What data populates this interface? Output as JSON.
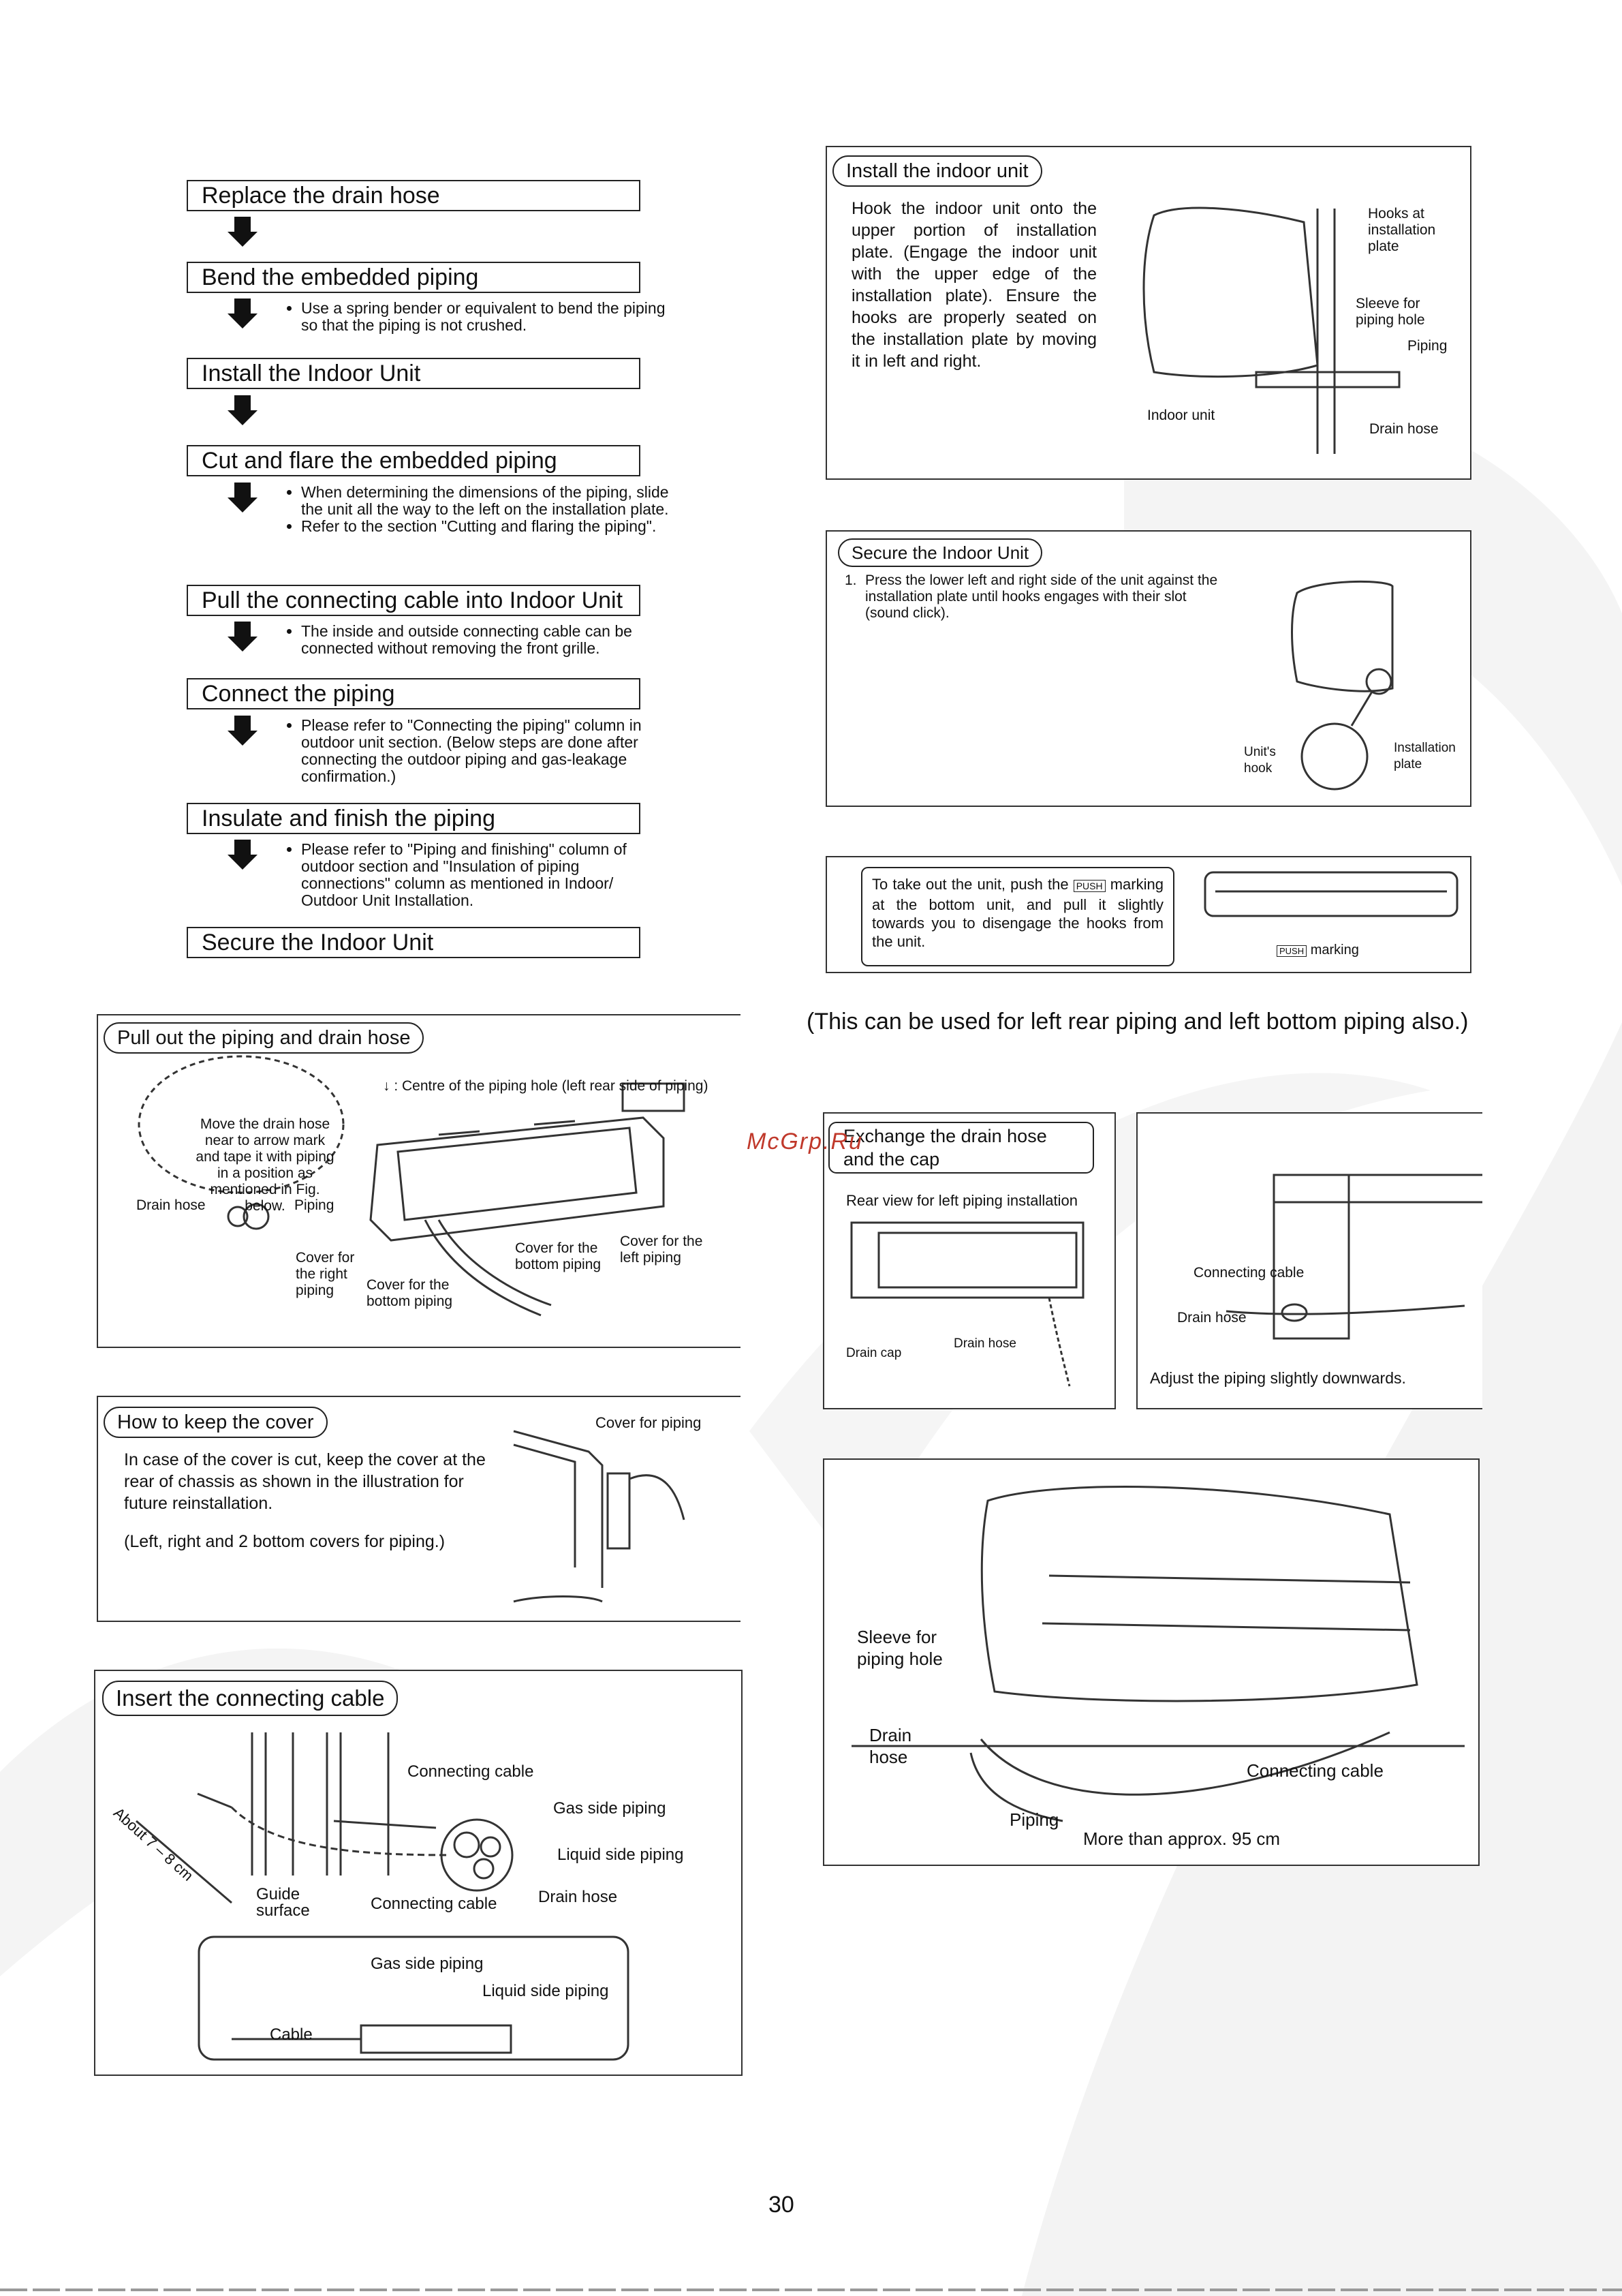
{
  "flow": {
    "steps": [
      "Replace the drain hose",
      "Bend the embedded piping",
      "Install the Indoor Unit",
      "Cut and flare the embedded piping",
      "Pull the connecting cable into Indoor Unit",
      "Connect the piping",
      "Insulate and finish the piping",
      "Secure the Indoor Unit"
    ],
    "notes": {
      "bend": [
        "Use a spring bender or equivalent to bend the piping so that the piping is not crushed."
      ],
      "cut": [
        "When determining the dimensions of the piping, slide the unit all the way to the left on the installation plate.",
        "Refer to the section \"Cutting and flaring the piping\"."
      ],
      "pull": [
        "The inside and outside connecting cable can be connected without removing the front grille."
      ],
      "connect": [
        "Please refer to \"Connecting the piping\" column in outdoor unit section. (Below steps are done after connecting the outdoor piping and gas-leakage confirmation.)"
      ],
      "insulate": [
        "Please refer to \"Piping and finishing\" column of outdoor section and \"Insulation of piping connections\" column as mentioned in Indoor/ Outdoor Unit Installation."
      ]
    }
  },
  "pull_out": {
    "title": "Pull out the piping and drain hose",
    "centre_note": "↓ : Centre of the piping hole (left rear side of piping)",
    "bubble": "Move the drain hose near to arrow mark and tape it with piping in a position as mentioned in Fig. below.",
    "drain_hose": "Drain hose",
    "piping": "Piping",
    "cover_right": "Cover for the right piping",
    "cover_bottom_left": "Cover for the bottom piping",
    "cover_bottom": "Cover for the bottom piping",
    "cover_left": "Cover for the left piping"
  },
  "keep_cover": {
    "title": "How to keep the cover",
    "text": "In case of the cover is cut, keep the cover at the rear of chassis as shown in the illustration for future reinstallation.",
    "note": "(Left, right and 2 bottom covers for piping.)",
    "cover_label": "Cover for piping"
  },
  "insert_cable": {
    "title": "Insert the connecting cable",
    "about": "About 7 – 8 cm",
    "guide": "Guide surface",
    "connecting_cable_top": "Connecting cable",
    "connecting_cable_bottom": "Connecting cable",
    "gas": "Gas side piping",
    "liquid": "Liquid side piping",
    "drain": "Drain hose",
    "inset_gas": "Gas side piping",
    "inset_liquid": "Liquid side piping",
    "inset_cable": "Cable"
  },
  "install_indoor": {
    "title": "Install the indoor unit",
    "text": "Hook the indoor unit onto the upper portion of installation plate. (Engage the indoor unit with the upper edge of the installation plate). Ensure the hooks are properly seated on the installation plate by moving it in left and right.",
    "hooks": "Hooks at installation plate",
    "sleeve": "Sleeve for piping hole",
    "piping": "Piping",
    "indoor_unit": "Indoor unit",
    "drain_hose": "Drain hose"
  },
  "secure_indoor": {
    "title": "Secure the Indoor Unit",
    "num": "1.",
    "text": "Press the lower left and right side of the unit against the installation plate until hooks engages with their slot (sound click).",
    "units_hook": "Unit's hook",
    "plate": "Installation plate"
  },
  "take_out": {
    "text_a": "To take out the unit, push the",
    "push": "PUSH",
    "text_b": "marking at the bottom unit, and pull it slightly towards you to disengage the hooks from the unit.",
    "marking": "marking"
  },
  "also_note": "(This can be used for left rear piping and left bottom piping also.)",
  "exchange": {
    "title": "Exchange the drain hose and the cap",
    "rear_view": "Rear view for left piping installation",
    "drain_cap": "Drain cap",
    "drain_hose": "Drain hose"
  },
  "adjust": {
    "connecting_cable": "Connecting cable",
    "drain_hose": "Drain hose",
    "caption": "Adjust the piping slightly downwards."
  },
  "final_fig": {
    "sleeve": "Sleeve for piping hole",
    "drain": "Drain hose",
    "piping": "Piping",
    "cable": "Connecting cable",
    "distance": "More than approx. 95 cm"
  },
  "watermark": "McGrp.Ru",
  "page_number": "30"
}
